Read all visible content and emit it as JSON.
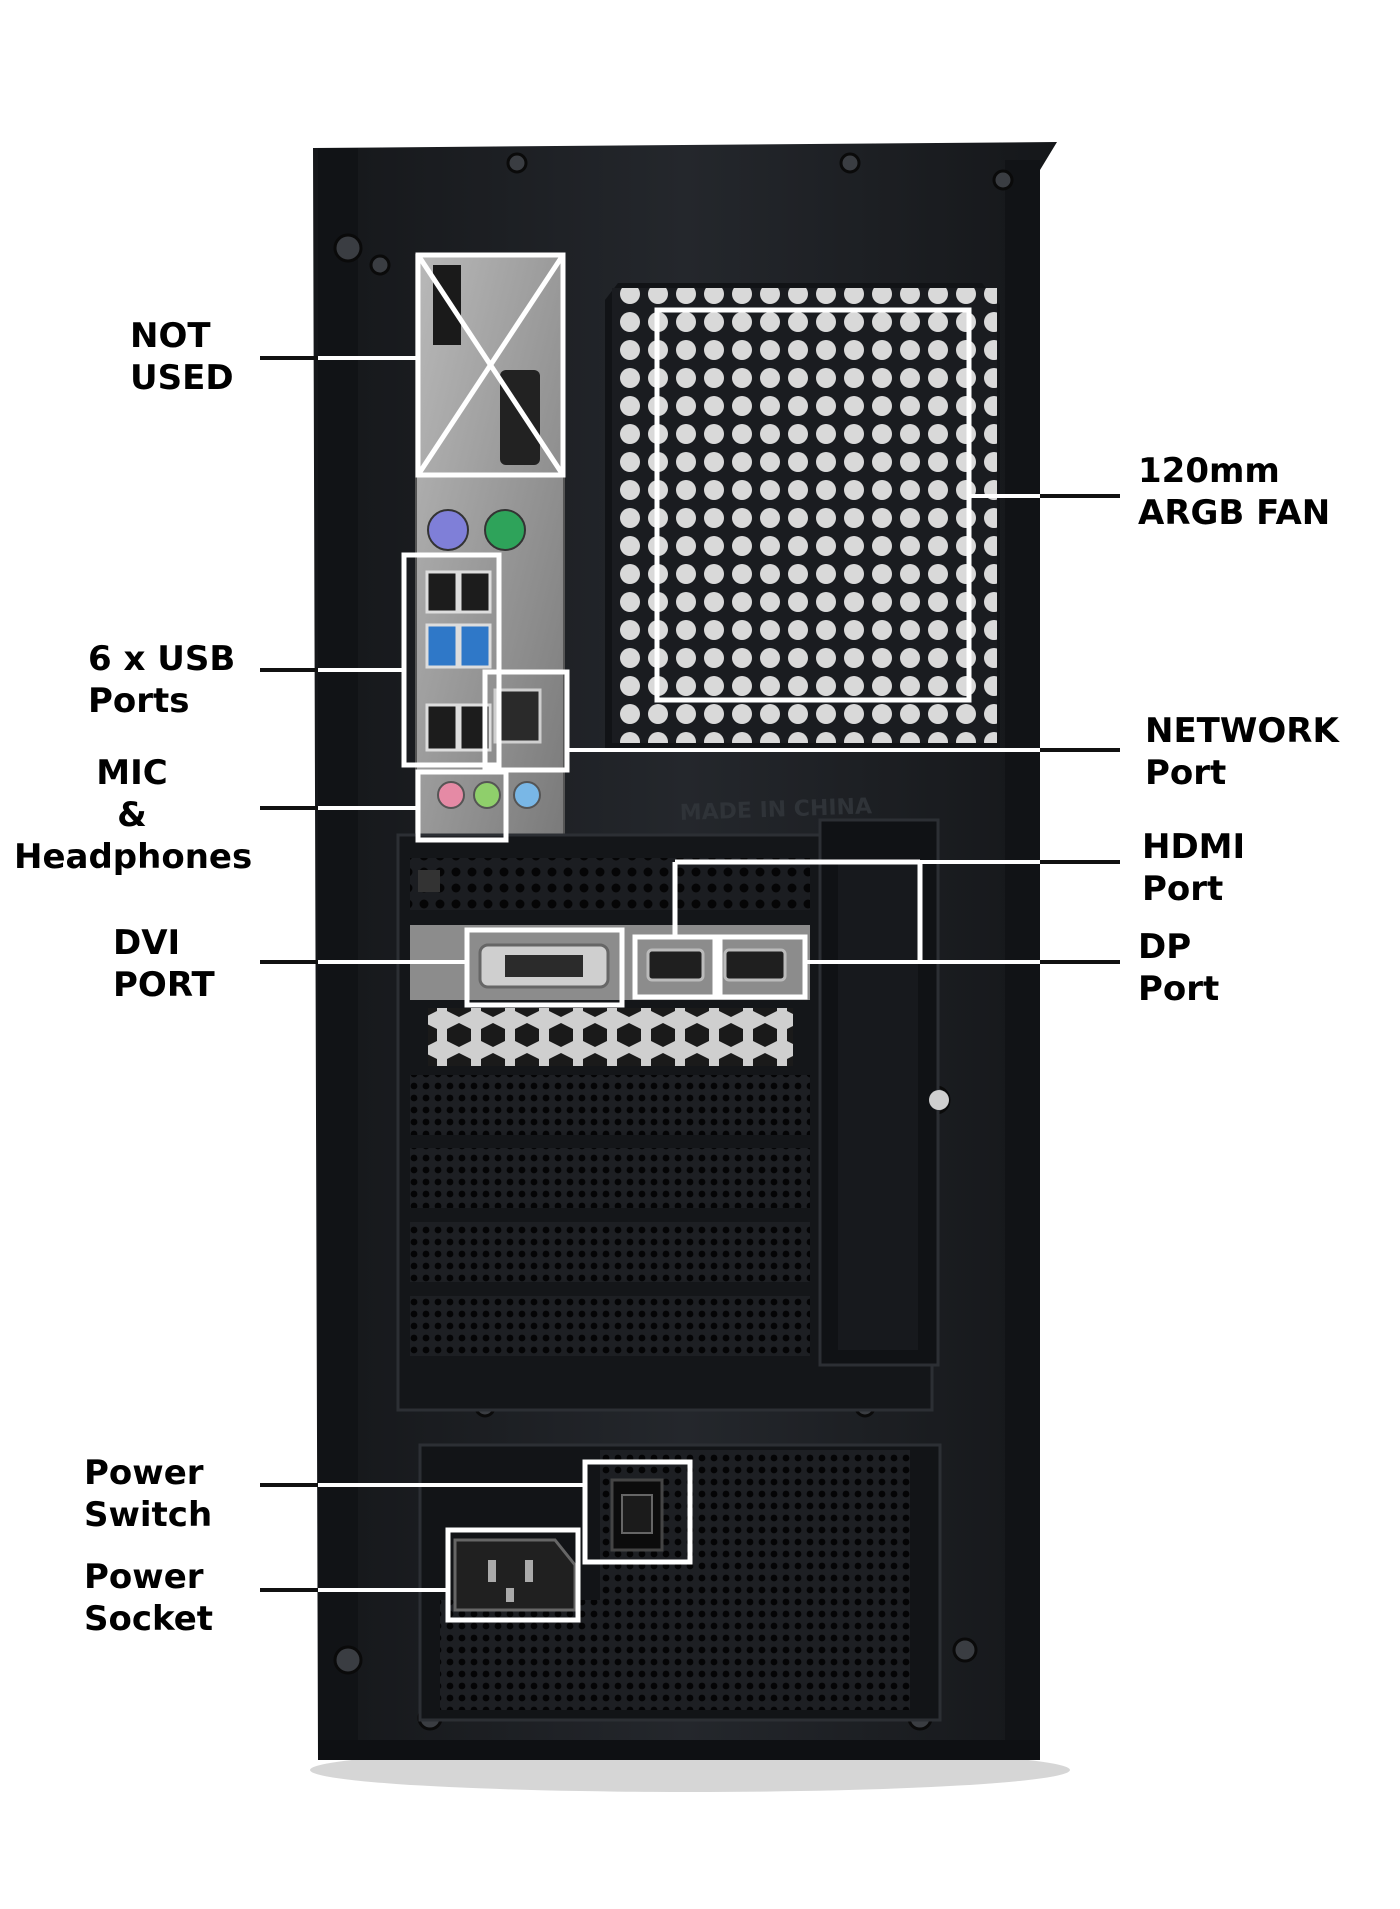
{
  "colors": {
    "background": "#ffffff",
    "case_body": "#1c1e22",
    "case_edge": "#2b2e33",
    "panel_metal": "#9b9b9b",
    "highlight_box": "#ffffff",
    "leader_line": "#111111",
    "usb3_blue": "#2f78c8",
    "ps2_purple": "#7f7fd8",
    "ps2_green": "#2ea35a",
    "audio_pink": "#e58aa5",
    "audio_green": "#8fcf6b",
    "audio_blue": "#79b7e6"
  },
  "labels": {
    "not_used": [
      "NOT",
      "USED"
    ],
    "fan": [
      "120mm",
      "ARGB FAN"
    ],
    "usb": [
      "6 x USB",
      "Ports"
    ],
    "network": [
      "NETWORK",
      "Port"
    ],
    "audio": [
      "MIC",
      "&",
      "Headphones"
    ],
    "hdmi": [
      "HDMI",
      "Port"
    ],
    "dvi": [
      "DVI",
      "PORT"
    ],
    "dp": [
      "DP",
      "Port"
    ],
    "power_switch": [
      "Power",
      "Switch"
    ],
    "power_socket": [
      "Power",
      "Socket"
    ]
  },
  "case_embossing": "MADE IN CHINA",
  "icons": [
    "pc-case-rear",
    "io-shield",
    "fan-grille",
    "usb-port",
    "ethernet-port",
    "audio-jack",
    "dvi-port",
    "hdmi-port",
    "displayport-port",
    "rocker-switch",
    "iec-power-socket",
    "psu-vent"
  ]
}
